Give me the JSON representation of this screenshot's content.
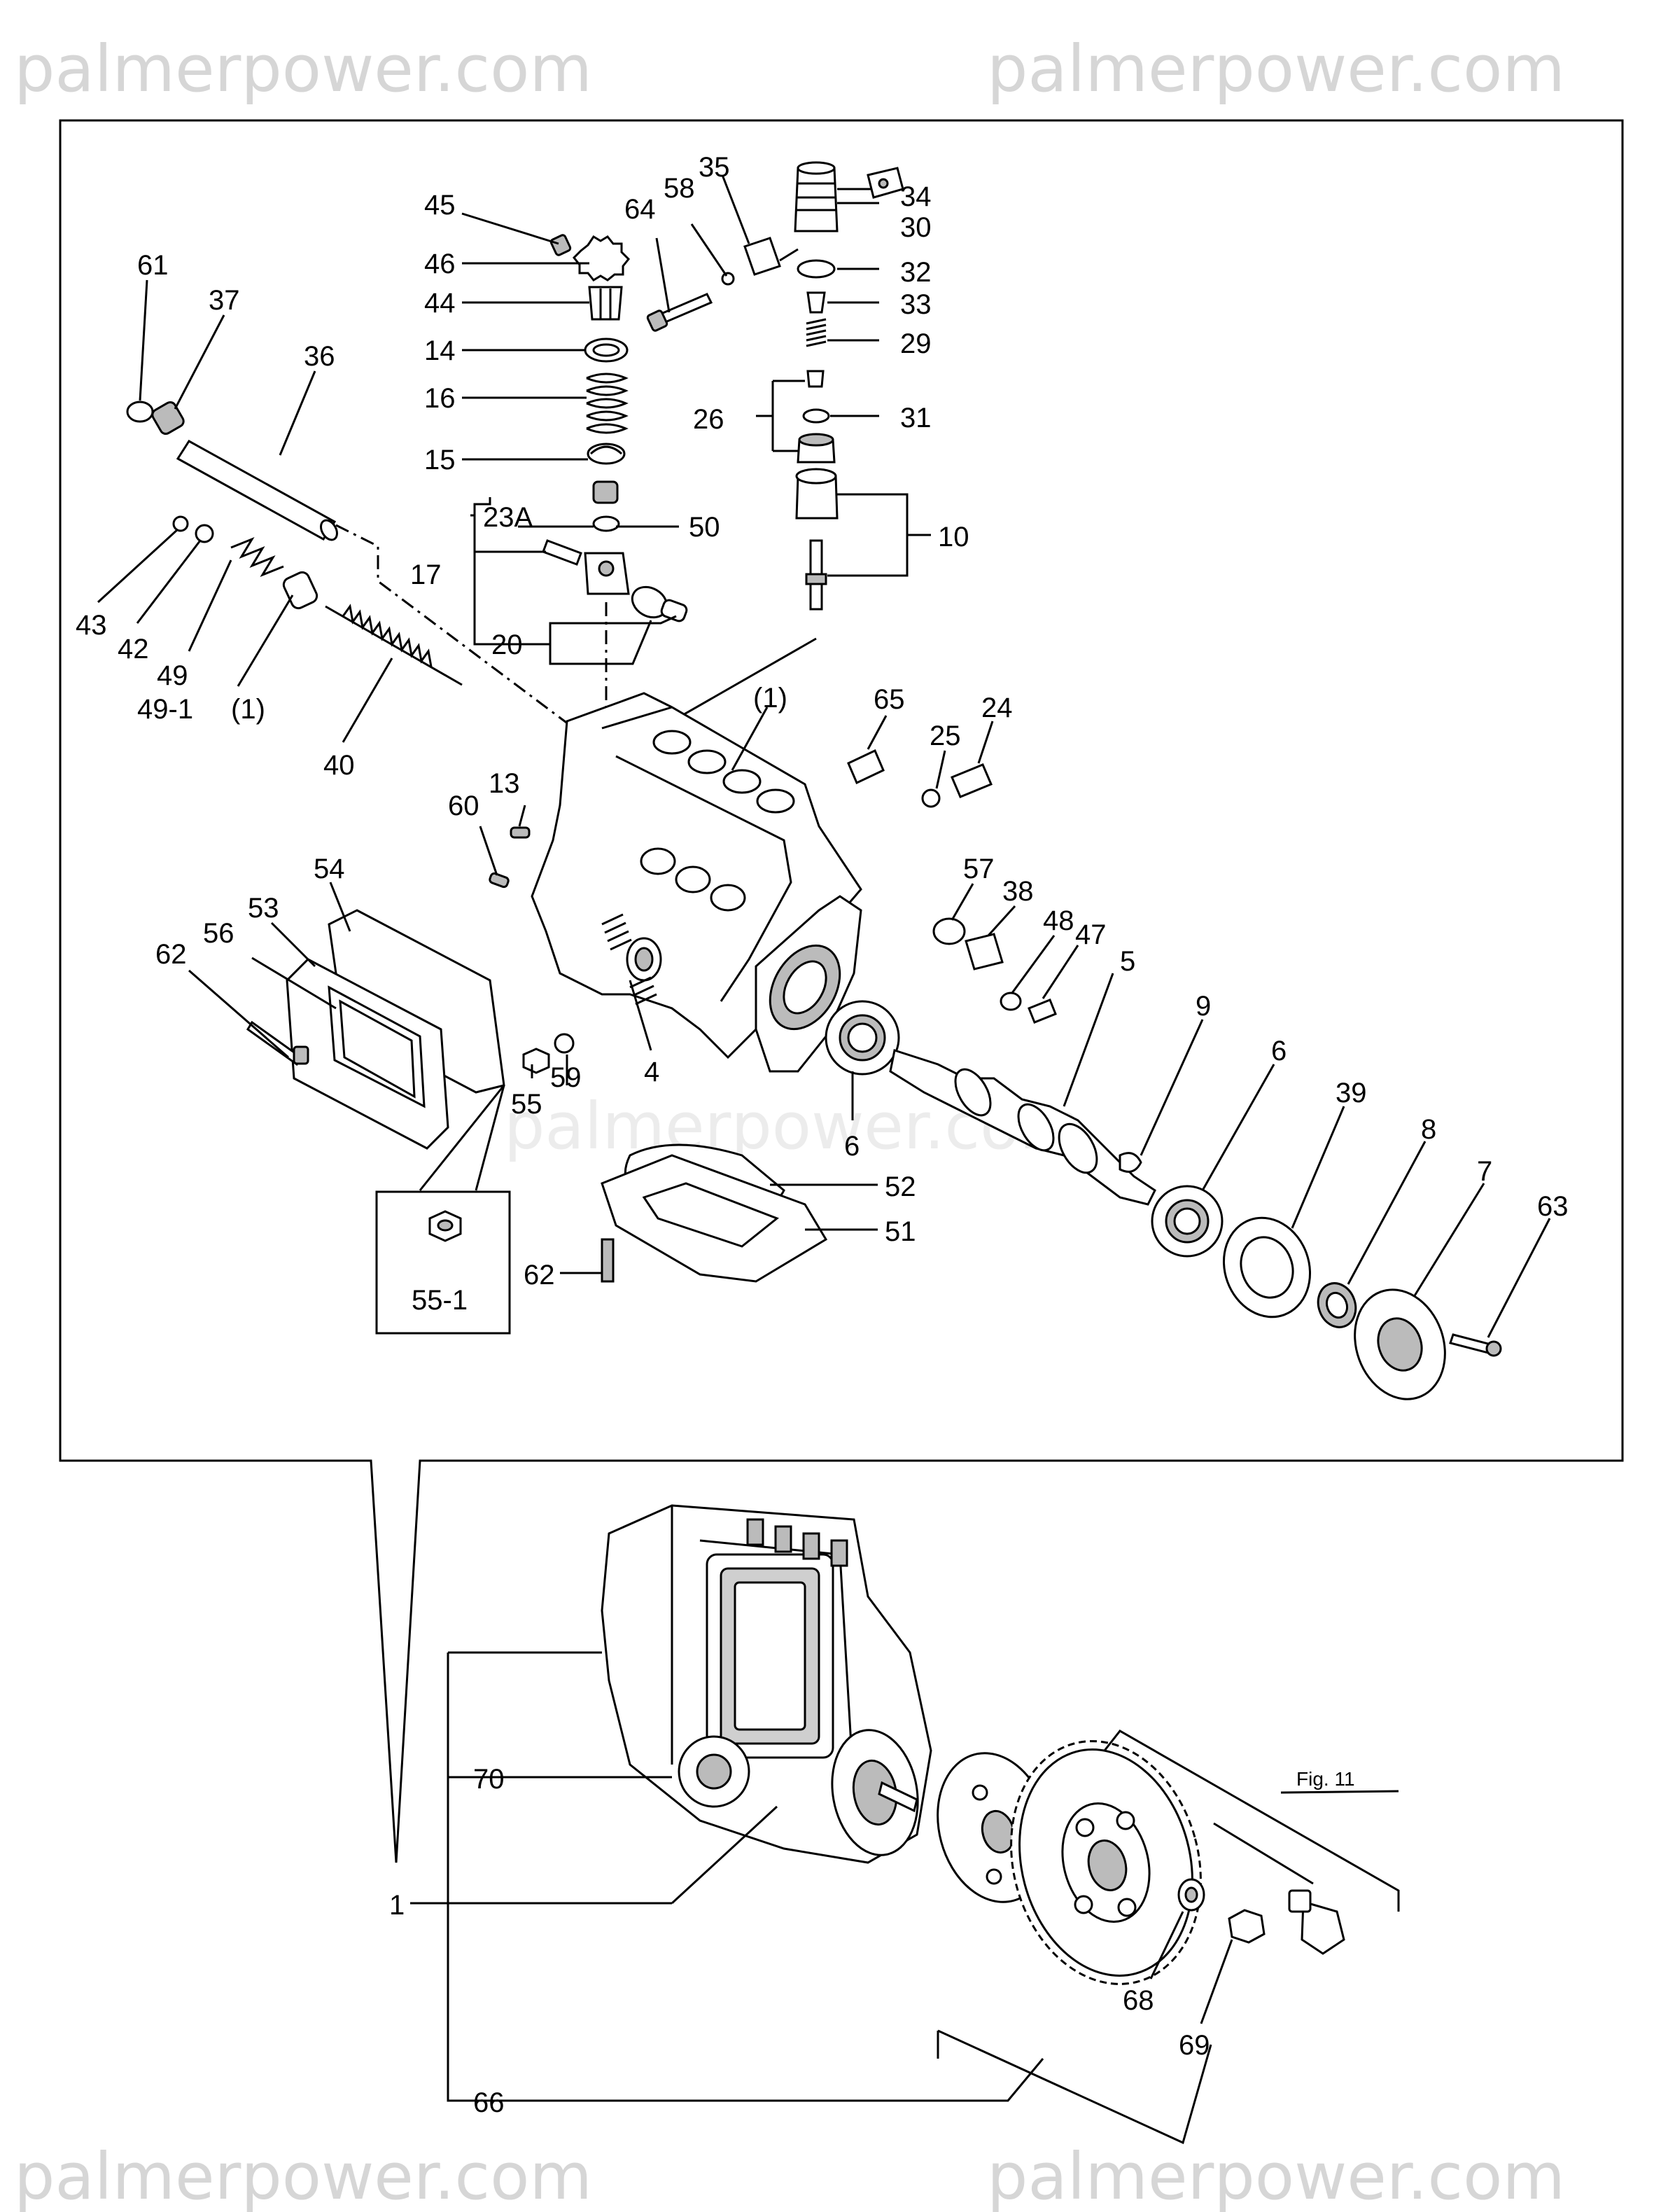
{
  "watermark": {
    "top_left": "palmerpower.com",
    "top_right": "palmerpower.com",
    "center": "palmerpower.com",
    "bottom_left": "palmerpower.com",
    "bottom_right": "palmerpower.com"
  },
  "figure_ref": "Fig. 11",
  "inset_label": "55-1",
  "labels": {
    "p1": "1",
    "p1b": "(1)",
    "p1c": "(1)",
    "p4": "4",
    "p5": "5",
    "p6a": "6",
    "p6b": "6",
    "p7": "7",
    "p8": "8",
    "p9": "9",
    "p10": "10",
    "p13": "13",
    "p14": "14",
    "p15": "15",
    "p16": "16",
    "p17": "17",
    "p20": "20",
    "p23a": "23A",
    "p24": "24",
    "p25": "25",
    "p26": "26",
    "p29": "29",
    "p30": "30",
    "p31": "31",
    "p32": "32",
    "p33": "33",
    "p34": "34",
    "p35": "35",
    "p36": "36",
    "p37": "37",
    "p38": "38",
    "p39": "39",
    "p40": "40",
    "p42": "42",
    "p43": "43",
    "p44": "44",
    "p45": "45",
    "p46": "46",
    "p47": "47",
    "p48": "48",
    "p49": "49",
    "p49_1": "49-1",
    "p50": "50",
    "p51": "51",
    "p52": "52",
    "p53": "53",
    "p54": "54",
    "p55": "55",
    "p56": "56",
    "p57": "57",
    "p58": "58",
    "p59": "59",
    "p60": "60",
    "p61": "61",
    "p62a": "62",
    "p62b": "62",
    "p63": "63",
    "p64": "64",
    "p65": "65",
    "p66": "66",
    "p68": "68",
    "p69": "69",
    "p70": "70"
  }
}
